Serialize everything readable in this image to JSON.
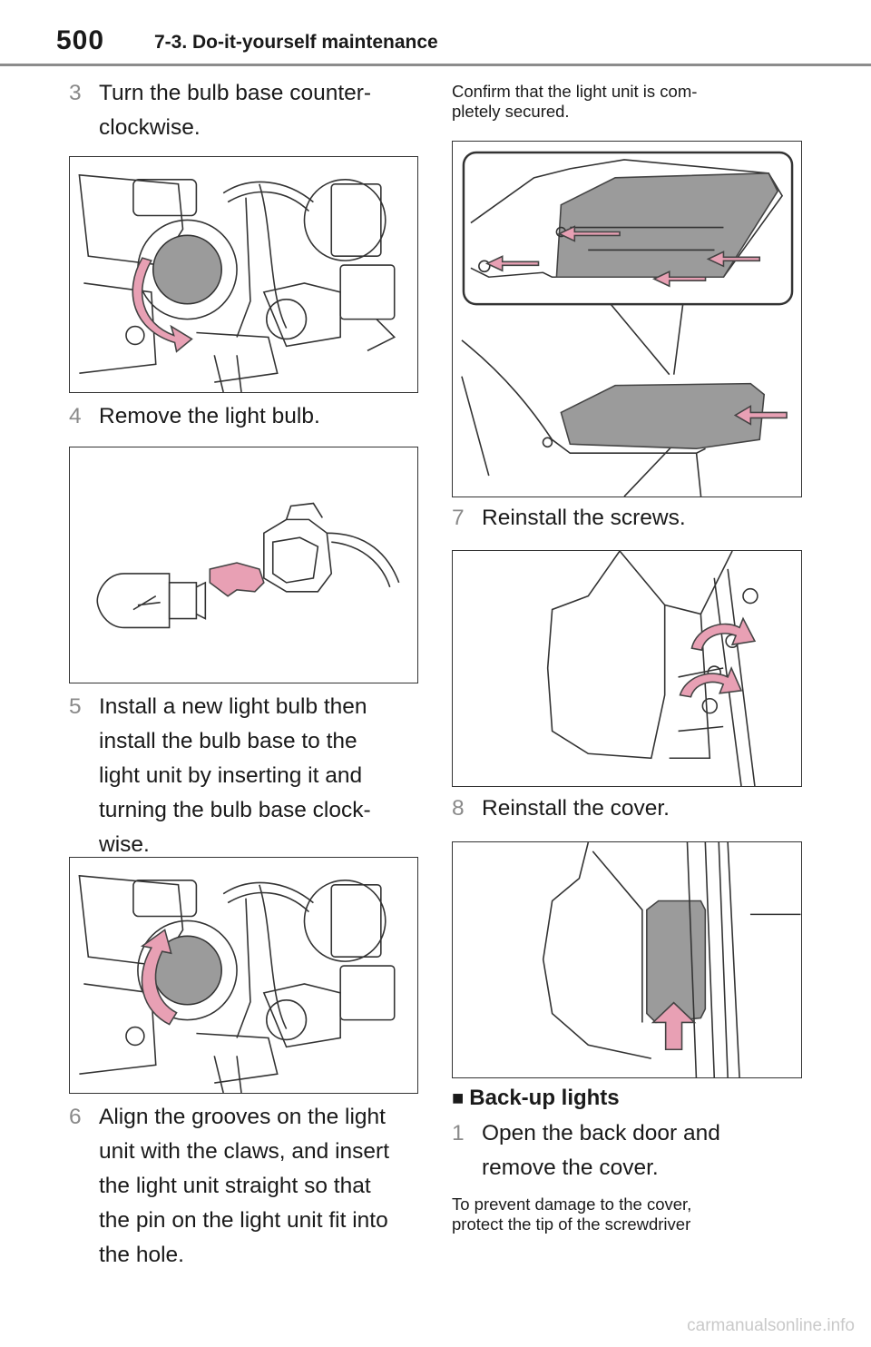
{
  "header": {
    "page_number": "500",
    "section": "7-3. Do-it-yourself maintenance"
  },
  "left": {
    "step3": {
      "num": "3",
      "text": "Turn the bulb base counter-clockwise."
    },
    "step4": {
      "num": "4",
      "text": "Remove the light bulb."
    },
    "step5": {
      "num": "5",
      "text": "Install a new light bulb then install the bulb base to the light unit by inserting it and turning the bulb base clock-wise."
    },
    "step6": {
      "num": "6",
      "text": "Align the grooves on the light unit with the claws, and insert the light unit straight so that the pin on the light unit fit into the hole."
    }
  },
  "right": {
    "confirm_note": "Confirm that the light unit is com-pletely secured.",
    "step7": {
      "num": "7",
      "text": "Reinstall the screws."
    },
    "step8": {
      "num": "8",
      "text": "Reinstall the cover."
    },
    "subheading": {
      "marker": "■",
      "text": "Back-up lights"
    },
    "step1": {
      "num": "1",
      "text": "Open the back door and remove the cover."
    },
    "protect_note": "To prevent damage to the cover, protect the tip of the screwdriver"
  },
  "colors": {
    "arrow_pink": "#e8a0b4",
    "arrow_outline": "#444444",
    "rule": "#8c8c8c",
    "step_number": "#8a8a8a"
  },
  "watermark": "carmanualsonline.info"
}
